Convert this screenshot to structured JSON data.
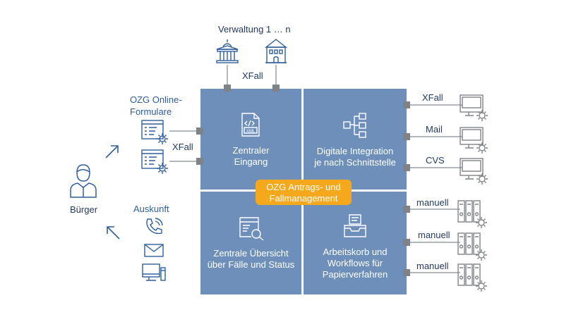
{
  "top": {
    "administration_label": "Verwaltung 1 … n",
    "xfall_label": "XFall"
  },
  "left": {
    "forms_title_line1": "OZG Online-",
    "forms_title_line2": "Formulare",
    "xfall_label": "XFall",
    "citizen_label": "Bürger",
    "info_label": "Auskunft"
  },
  "center": {
    "q1_line1": "Zentraler",
    "q1_line2": "Eingang",
    "q2_line1": "Digitale Integration",
    "q2_line2": "je nach Schnittstelle",
    "q3_line1": "Zentrale Übersicht",
    "q3_line2": "über Fälle und Status",
    "q4_line1": "Arbeitskorb und",
    "q4_line2": "Workflows für",
    "q4_line3": "Papierverfahren",
    "badge_line1": "OZG Antrags- und",
    "badge_line2": "Fallmanagement"
  },
  "right": {
    "labels": [
      "XFall",
      "Mail",
      "CVS",
      "manuell",
      "manuell",
      "manuell"
    ]
  },
  "colors": {
    "panel": "#6d8fba",
    "badge": "#f5a81c",
    "icon": "#2f5f9e",
    "line": "#9aa0a6",
    "connector": "#7f8388"
  }
}
